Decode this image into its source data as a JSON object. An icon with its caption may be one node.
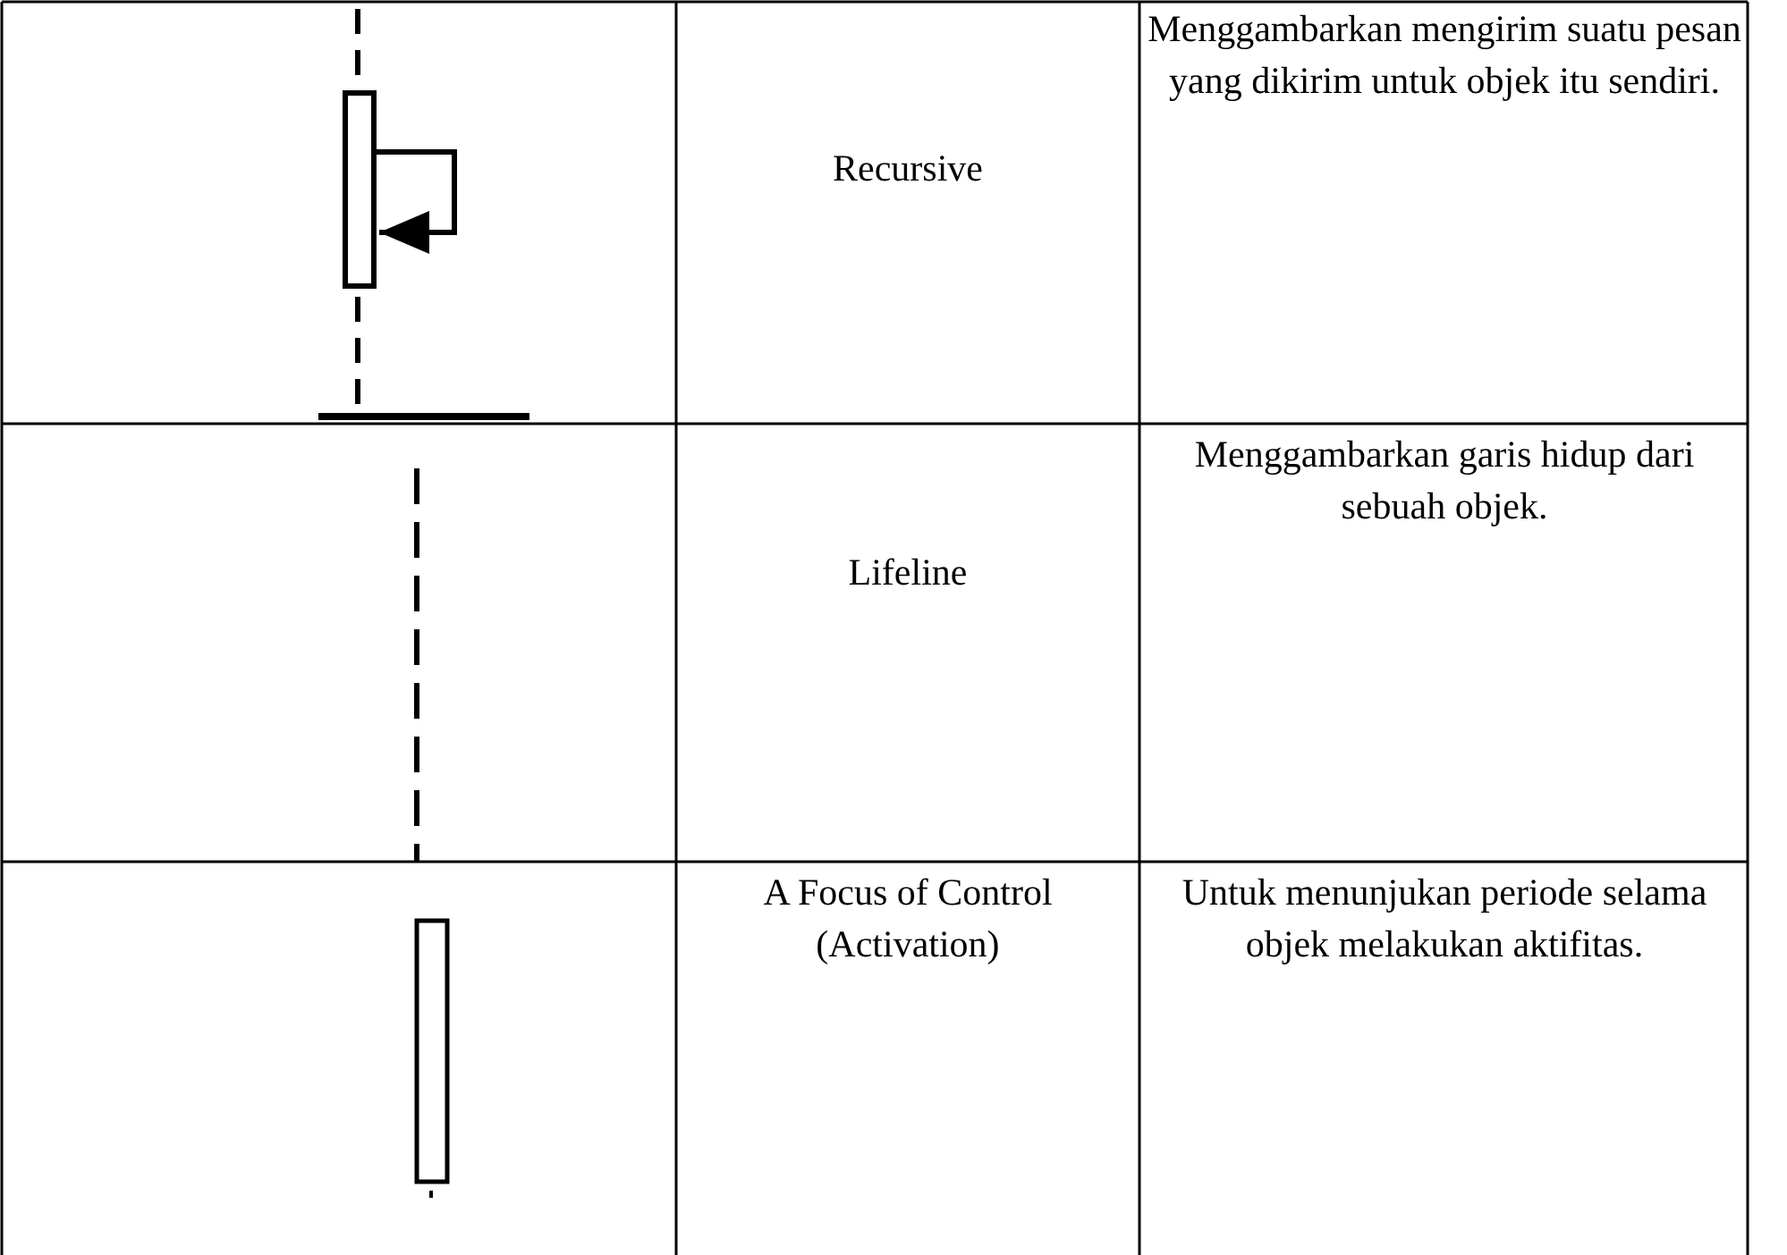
{
  "diagram": {
    "labels": [
      "Recursive",
      "Menggambarkan mengirim suatu pesan yang dikirim untuk objek itu sendiri.",
      "Lifeline",
      "Menggambarkan garis hidup dari sebuah objek.",
      "A Focus of Control (Activation)",
      "Untuk menunjukan periode selama objek melakukan aktifitas."
    ]
  }
}
